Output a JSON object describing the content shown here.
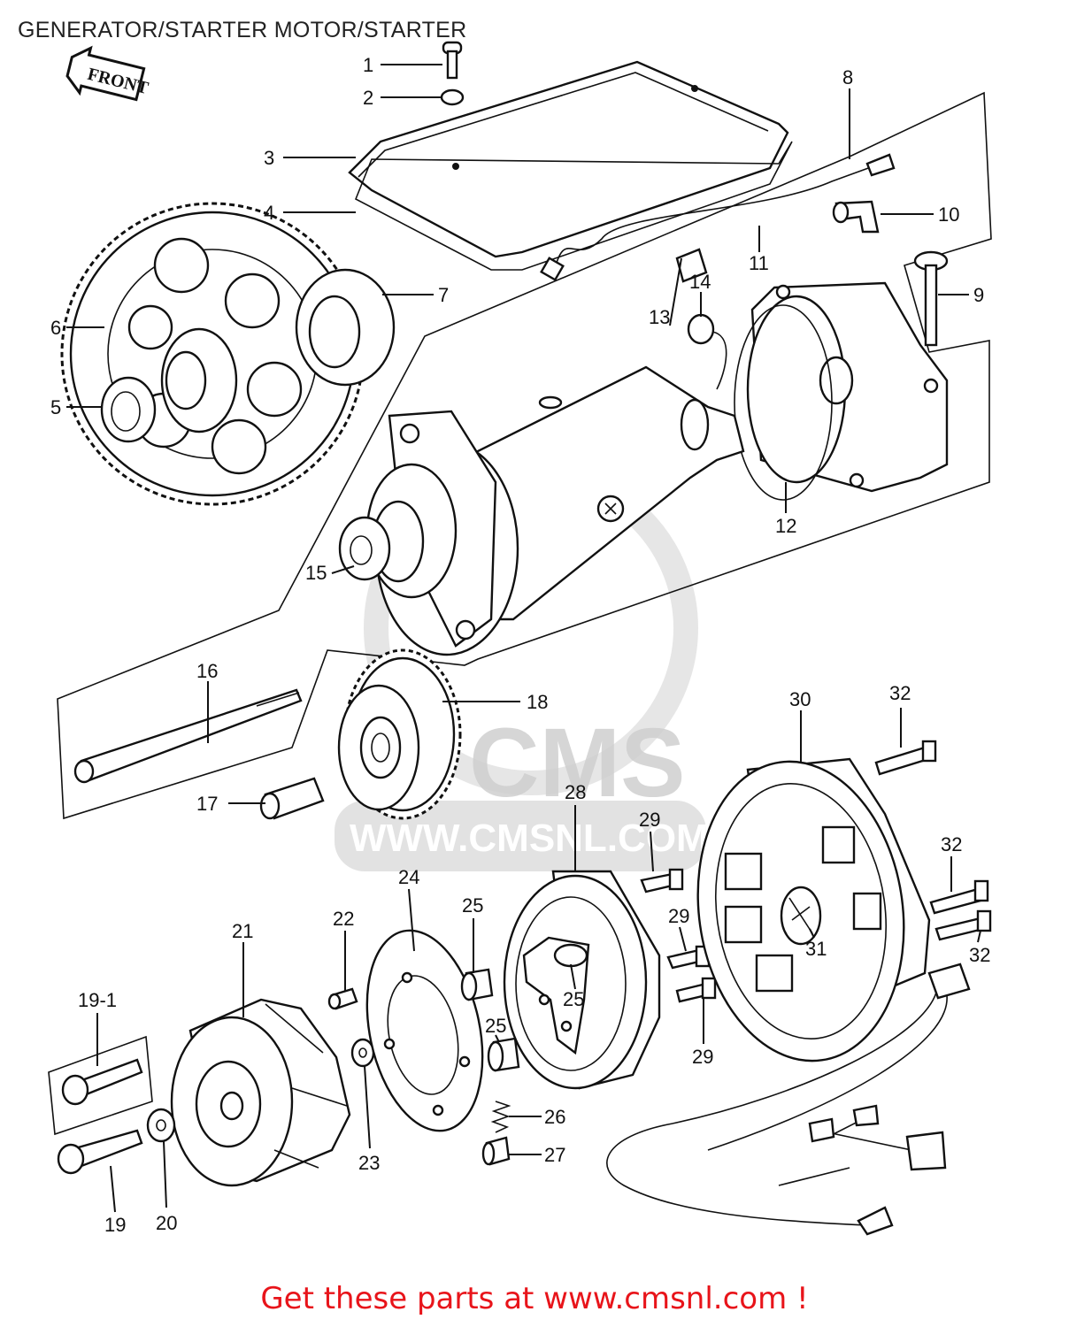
{
  "title": "GENERATOR/STARTER MOTOR/STARTER",
  "front_badge": "FRONT",
  "watermark": {
    "brand": "CMS",
    "url": "WWW.CMSNL.COM"
  },
  "footer": "Get these parts at www.cmsnl.com !",
  "callouts": {
    "c1": "1",
    "c2": "2",
    "c3": "3",
    "c4": "4",
    "c5": "5",
    "c6": "6",
    "c7": "7",
    "c8": "8",
    "c9": "9",
    "c10": "10",
    "c11": "11",
    "c12": "12",
    "c13": "13",
    "c14": "14",
    "c15": "15",
    "c16": "16",
    "c17": "17",
    "c18": "18",
    "c19_1": "19-1",
    "c19": "19",
    "c20": "20",
    "c21": "21",
    "c22": "22",
    "c23": "23",
    "c24": "24",
    "c25a": "25",
    "c25b": "25",
    "c25c": "25",
    "c26": "26",
    "c27": "27",
    "c28": "28",
    "c29a": "29",
    "c29b": "29",
    "c29c": "29",
    "c30": "30",
    "c31": "31",
    "c32a": "32",
    "c32b": "32",
    "c32c": "32"
  }
}
